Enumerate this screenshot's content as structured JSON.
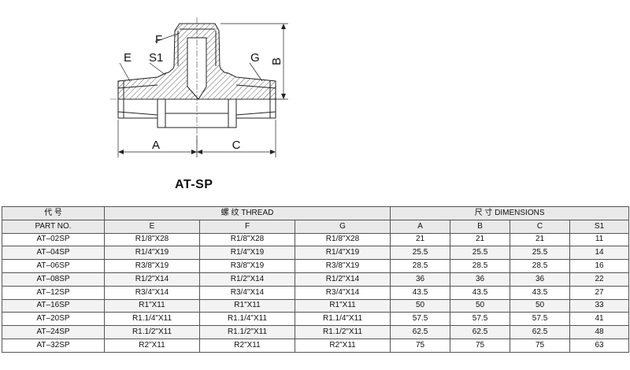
{
  "drawing": {
    "labels": {
      "F": "F",
      "E": "E",
      "S1": "S1",
      "G": "G",
      "B": "B",
      "A": "A",
      "C": "C"
    }
  },
  "part_title": "AT-SP",
  "table": {
    "group_headers": {
      "part": "代 号",
      "thread": "螺 纹  THREAD",
      "dimensions": "尺 寸    DIMENSIONS"
    },
    "columns": [
      "PART NO.",
      "E",
      "F",
      "G",
      "A",
      "B",
      "C",
      "S1"
    ],
    "rows": [
      [
        "AT–02SP",
        "R1/8\"X28",
        "R1/8\"X28",
        "R1/8\"X28",
        "21",
        "21",
        "21",
        "11"
      ],
      [
        "AT–04SP",
        "R1/4\"X19",
        "R1/4\"X19",
        "R1/4\"X19",
        "25.5",
        "25.5",
        "25.5",
        "14"
      ],
      [
        "AT–06SP",
        "R3/8\"X19",
        "R3/8\"X19",
        "R3/8\"X19",
        "28.5",
        "28.5",
        "28.5",
        "16"
      ],
      [
        "AT–08SP",
        "R1/2\"X14",
        "R1/2\"X14",
        "R1/2\"X14",
        "36",
        "36",
        "36",
        "22"
      ],
      [
        "AT–12SP",
        "R3/4\"X14",
        "R3/4\"X14",
        "R3/4\"X14",
        "43.5",
        "43.5",
        "43.5",
        "27"
      ],
      [
        "AT–16SP",
        "R1\"X11",
        "R1\"X11",
        "R1\"X11",
        "50",
        "50",
        "50",
        "33"
      ],
      [
        "AT–20SP",
        "R1.1/4\"X11",
        "R1.1/4\"X11",
        "R1.1/4\"X11",
        "57.5",
        "57.5",
        "57.5",
        "41"
      ],
      [
        "AT–24SP",
        "R1.1/2\"X11",
        "R1.1/2\"X11",
        "R1.1/2\"X11",
        "62.5",
        "62.5",
        "62.5",
        "48"
      ],
      [
        "AT–32SP",
        "R2\"X11",
        "R2\"X11",
        "R2\"X11",
        "75",
        "75",
        "75",
        "63"
      ]
    ]
  }
}
